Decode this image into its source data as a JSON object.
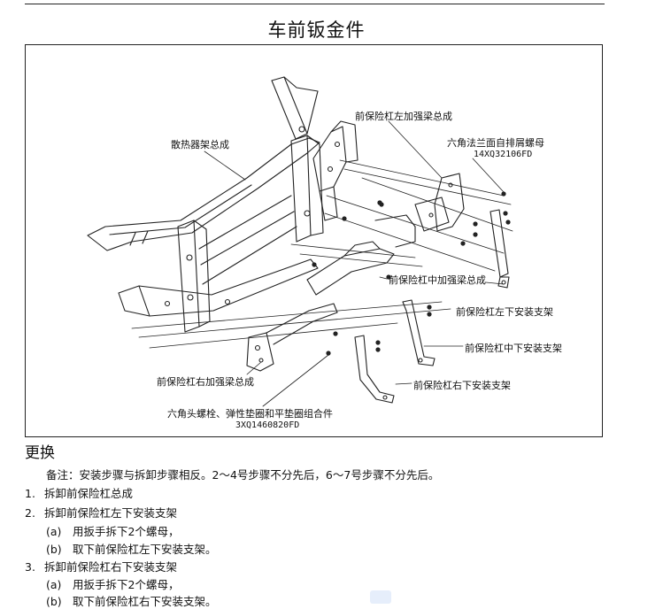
{
  "page": {
    "title": "车前钣金件"
  },
  "figure": {
    "callouts": {
      "radiator_frame": "散热器架总成",
      "left_reinforcement": "前保险杠左加强梁总成",
      "hex_flange_nut": "六角法兰面自排屑螺母",
      "hex_flange_nut_part": "14XQ32106FD",
      "center_reinforcement": "前保险杠中加强梁总成",
      "left_lower_bracket": "前保险杠左下安装支架",
      "center_lower_bracket": "前保险杠中下安装支架",
      "right_reinforcement": "前保险杠右加强梁总成",
      "right_lower_bracket": "前保险杠右下安装支架",
      "bolt_washer_assembly": "六角头螺栓、弹性垫圈和平垫圈组合件",
      "bolt_washer_assembly_part": "3XQ1460820FD"
    }
  },
  "content": {
    "section_title": "更换",
    "note": "备注：安装步骤与拆卸步骤相反。2～4号步骤不分先后，6～7号步骤不分先后。",
    "steps": [
      {
        "number": "1.",
        "title": "拆卸前保险杠总成",
        "substeps": []
      },
      {
        "number": "2.",
        "title": "拆卸前保险杠左下安装支架",
        "substeps": [
          {
            "mark": "(a)",
            "text": "用扳手拆下2个螺母，"
          },
          {
            "mark": "(b)",
            "text": "取下前保险杠左下安装支架。"
          }
        ]
      },
      {
        "number": "3.",
        "title": "拆卸前保险杠右下安装支架",
        "substeps": [
          {
            "mark": "(a)",
            "text": "用扳手拆下2个螺母，"
          },
          {
            "mark": "(b)",
            "text": "取下前保险杠右下安装支架。"
          }
        ]
      }
    ]
  }
}
